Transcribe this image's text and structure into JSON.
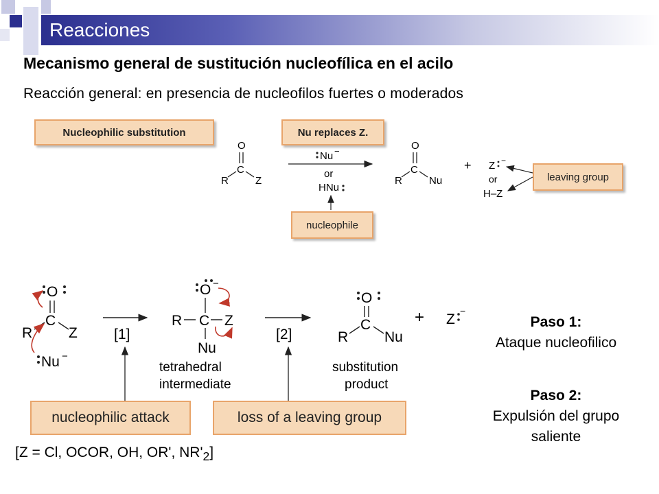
{
  "title": "Reacciones",
  "subtitle": "Mecanismo general de sustitución nucleofílica en el acilo",
  "intro": "Reacción general: en presencia de nucleofilos fuertes o moderados",
  "general": {
    "box_nucleophilic_substitution": "Nucleophilic substitution",
    "box_nu_replaces_z": "Nu replaces Z.",
    "box_leaving_group": "leaving group",
    "box_nucleophile": "nucleophile",
    "reagent_nu": "Nu",
    "reagent_or": "or",
    "reagent_hnu": "HNu",
    "or_small": "or",
    "hz": "H–Z"
  },
  "mechanism": {
    "step1_label": "[1]",
    "step2_label": "[2]",
    "tetrahedral_line1": "tetrahedral",
    "tetrahedral_line2": "intermediate",
    "product_line1": "substitution",
    "product_line2": "product",
    "box_attack": "nucleophilic attack",
    "box_loss": "loss of a leaving group"
  },
  "steps": {
    "paso1_title": "Paso 1:",
    "paso1_text": "Ataque nucleofilico",
    "paso2_title": "Paso 2:",
    "paso2_line1": "Expulsión del grupo",
    "paso2_line2": "saliente"
  },
  "z_list": "[Z = Cl, OCOR, OH, OR', NR'",
  "z_list_sub": "2",
  "z_list_end": "]",
  "atoms": {
    "O": "O",
    "C": "C",
    "R": "R",
    "Z": "Z",
    "Nu": "Nu",
    "minus": "−",
    "plus": "+"
  },
  "colors": {
    "title_band": "#2b2f8f",
    "box_fill": "#f7d9b8",
    "box_border": "#e8a46a",
    "curved_arrow": "#c0392b"
  }
}
